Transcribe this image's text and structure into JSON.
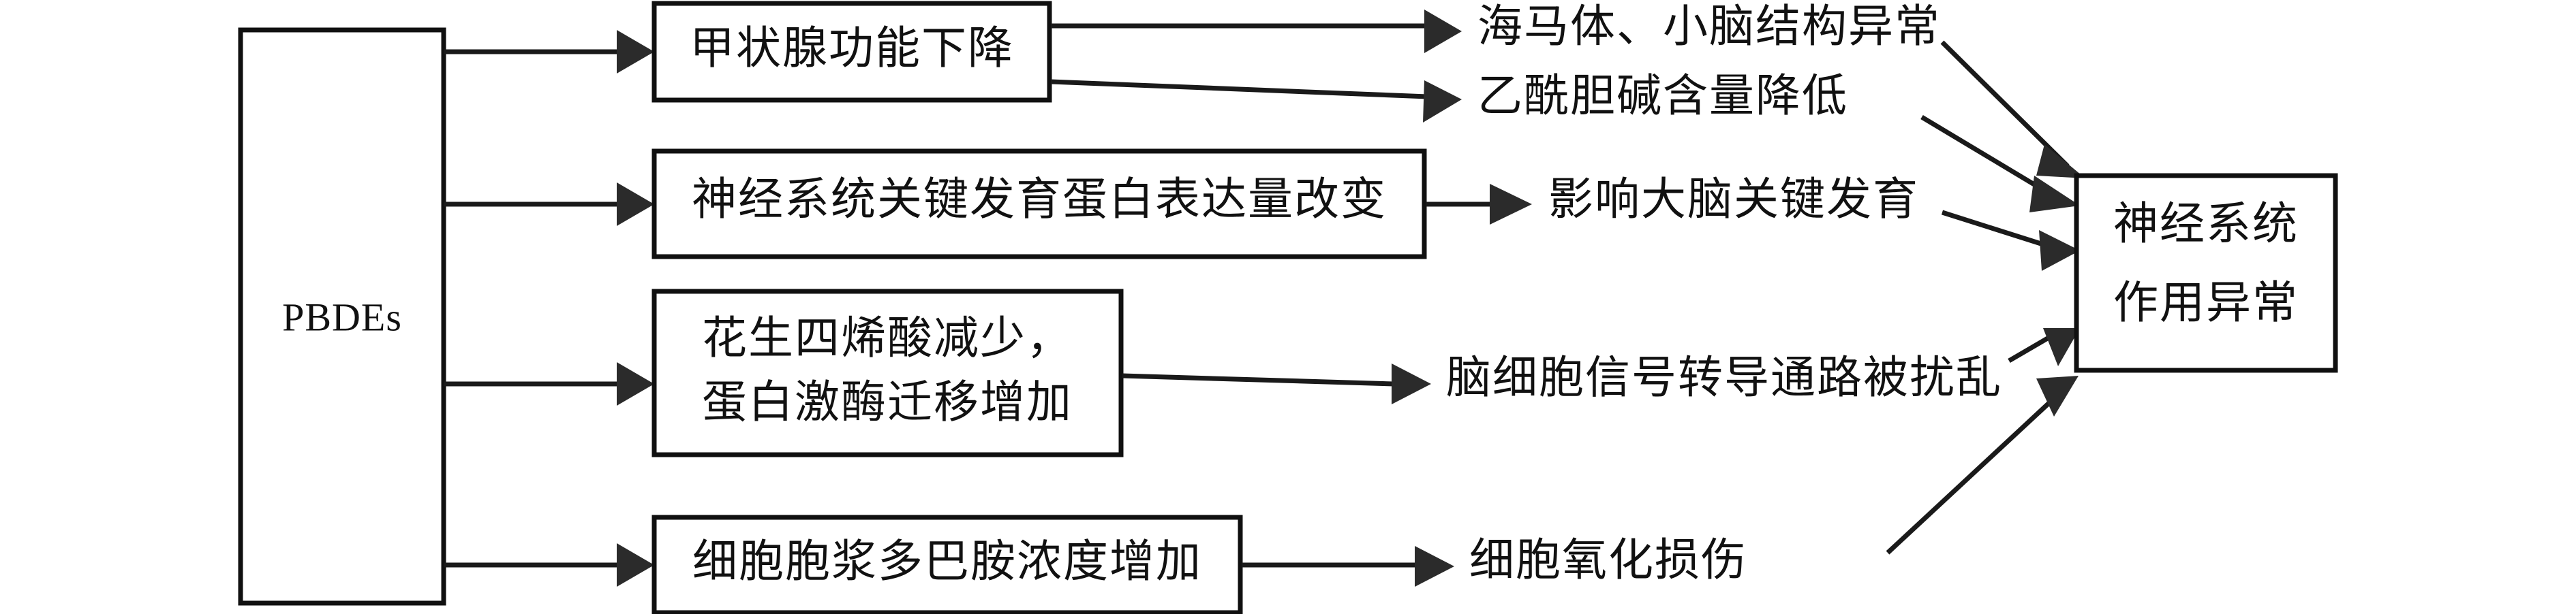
{
  "diagram": {
    "type": "flowchart",
    "orientation": "left-to-right",
    "source_node": {
      "id": "pbdes",
      "label": "PBDEs",
      "script": "latin"
    },
    "stage_one_nodes": [
      {
        "id": "thyroid",
        "label": "甲状腺功能下降"
      },
      {
        "id": "neuroprotein",
        "label": "神经系统关键发育蛋白表达量改变"
      },
      {
        "id": "arachidonic",
        "label_line1": "花生四烯酸减少，",
        "label_line2": "蛋白激酶迁移增加"
      },
      {
        "id": "dopamine",
        "label": "细胞胞浆多巴胺浓度增加"
      }
    ],
    "stage_two_labels": [
      {
        "id": "hippocampus",
        "label": "海马体、小脑结构异常"
      },
      {
        "id": "acetylcholine",
        "label": "乙酰胆碱含量降低"
      },
      {
        "id": "brain-development",
        "label": "影响大脑关键发育"
      },
      {
        "id": "signal-pathway",
        "label": "脑细胞信号转导通路被扰乱"
      },
      {
        "id": "oxidative",
        "label": "细胞氧化损伤"
      }
    ],
    "outcome_node": {
      "id": "outcome",
      "label_line1": "神经系统",
      "label_line2": "作用异常"
    },
    "colors": {
      "stroke": "#101010",
      "line": "#1a1a1a",
      "arrow": "#2b2b2b",
      "text": "#111111",
      "background": "#ffffff"
    }
  }
}
